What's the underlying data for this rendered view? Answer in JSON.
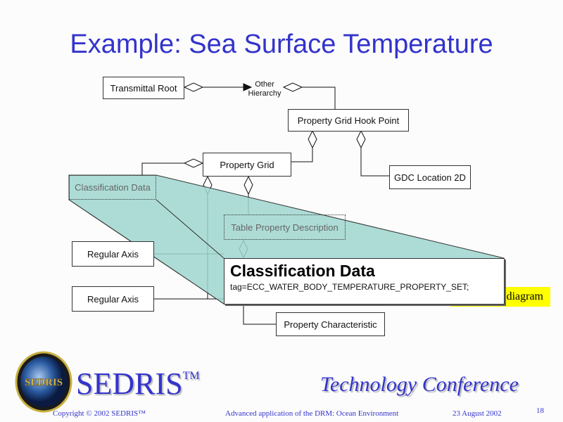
{
  "title": "Example: Sea Surface Temperature",
  "nodes": {
    "transmittal_root": "Transmittal Root",
    "other_hierarchy": "Other Hierarchy",
    "property_grid_hook_point": "Property Grid Hook Point",
    "property_grid": "Property Grid",
    "gdc_location_2d": "GDC Location 2D",
    "classification_data": "Classification Data",
    "table_property_description": "Table Property Description",
    "regular_axis_1": "Regular Axis",
    "regular_axis_2": "Regular Axis",
    "property_characteristic": "Property Characteristic"
  },
  "popup": {
    "heading": "Classification Data",
    "tag": "tag=ECC_WATER_BODY_TEMPERATURE_PROPERTY_SET;"
  },
  "yellow_button": "diagram",
  "colors": {
    "title": "#3333cc",
    "highlight": "#9fd6cf",
    "button": "#ffff00"
  },
  "footer": {
    "brand": "SEDRIS",
    "tm": "TM",
    "conference": "Technology Conference",
    "copyright": "Copyright © 2002 SEDRIS™",
    "subtitle": "Advanced application of the DRM: Ocean Environment",
    "date": "23 August 2002",
    "page": "18"
  }
}
